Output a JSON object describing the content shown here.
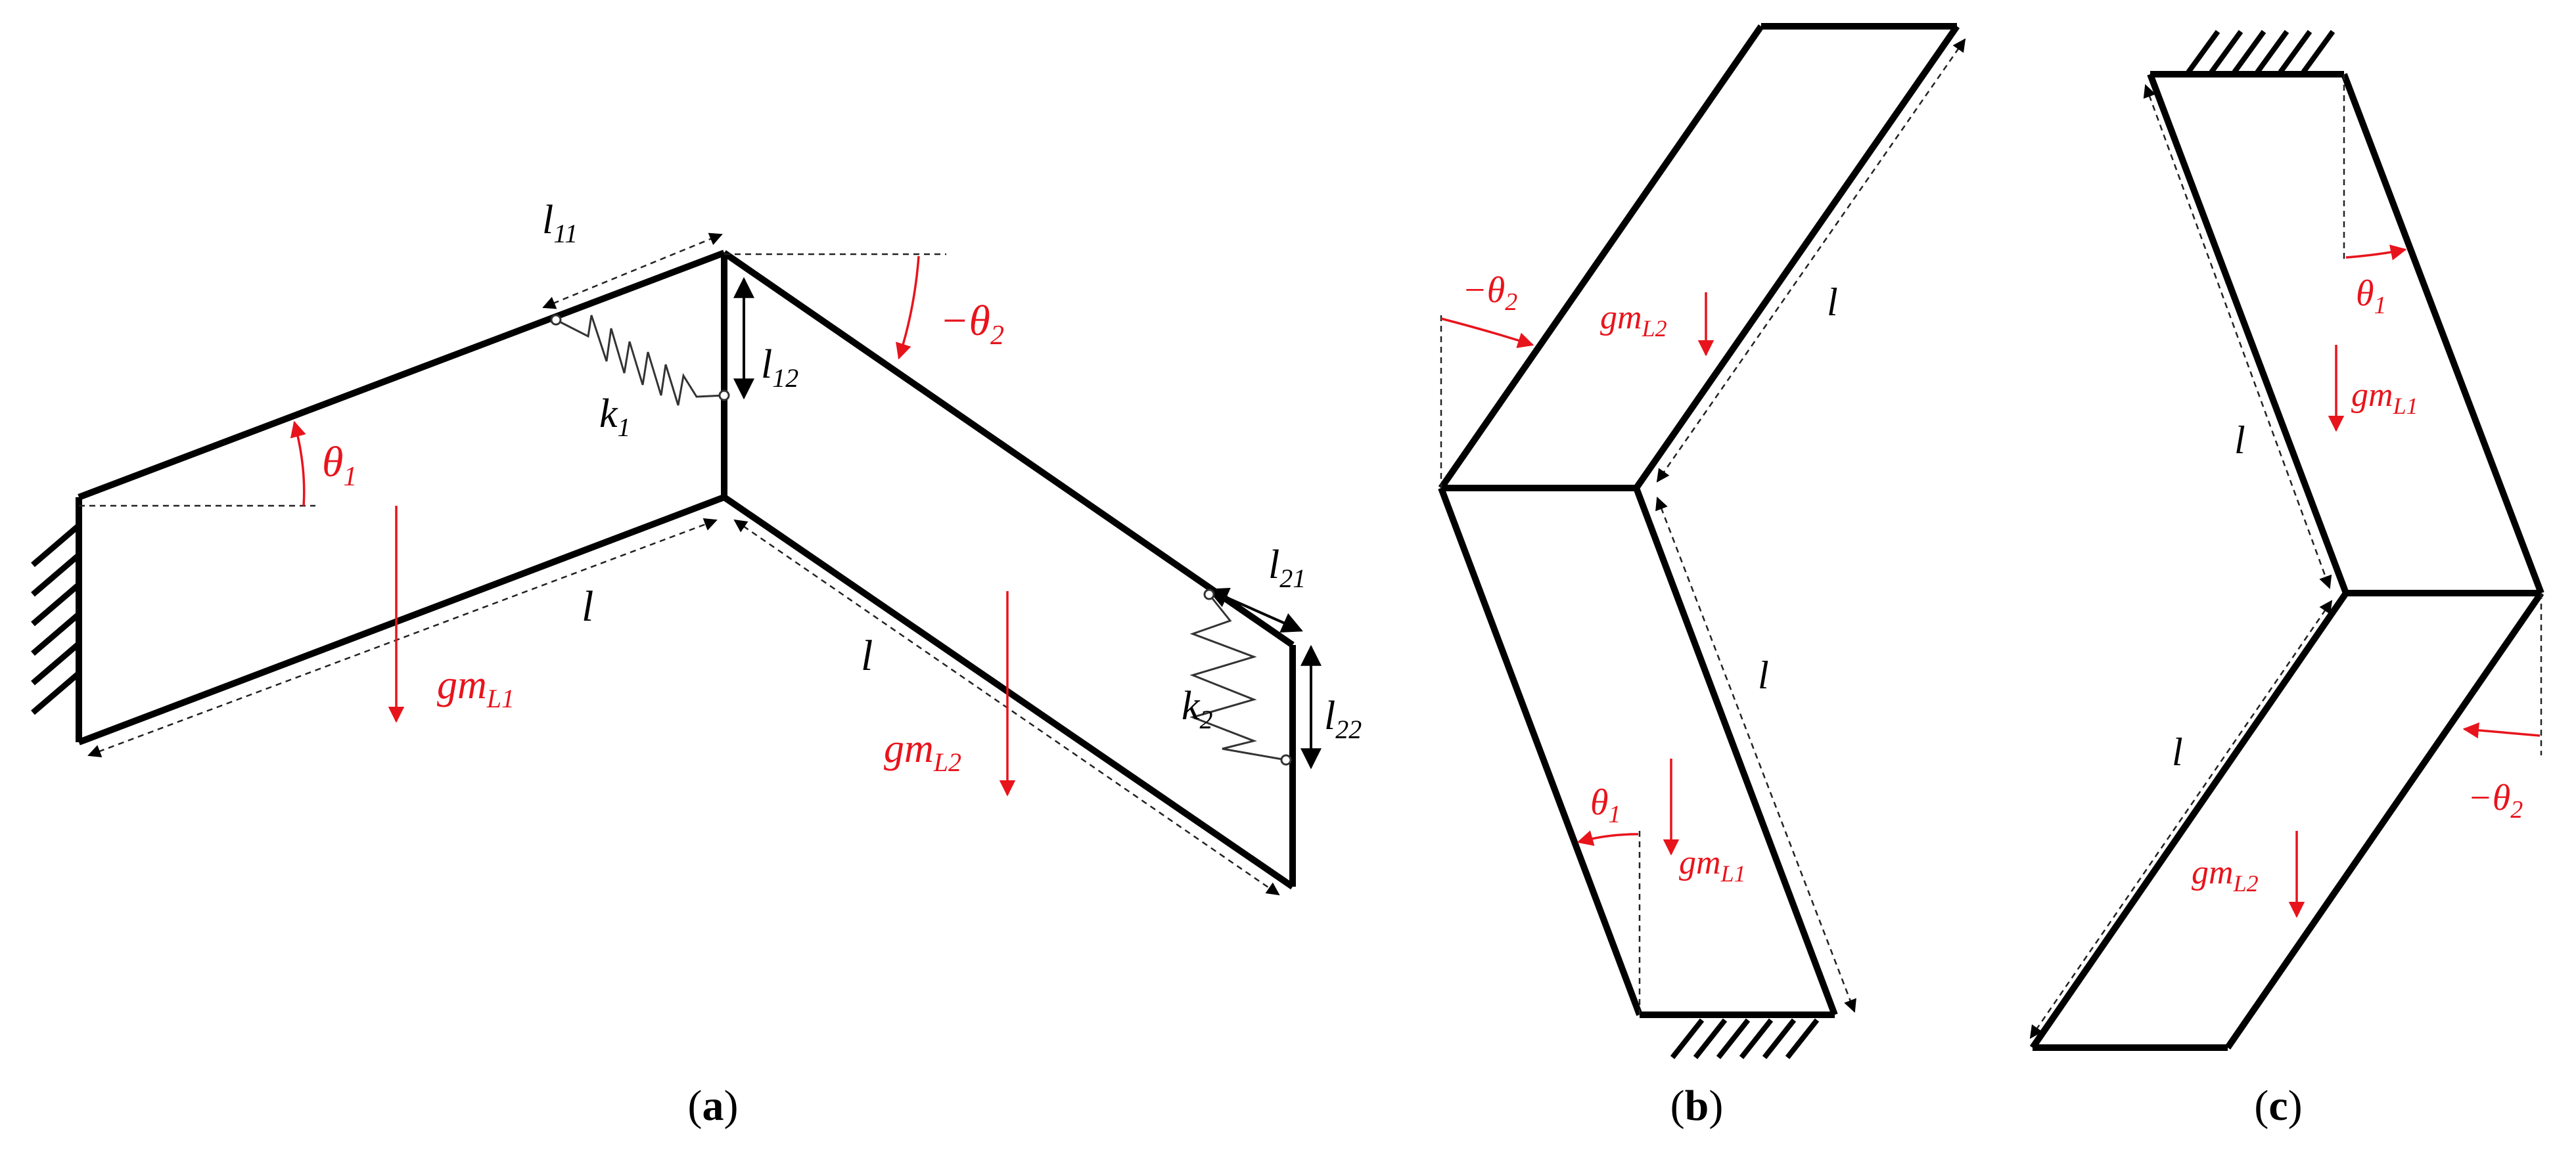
{
  "colors": {
    "structure": "#000000",
    "annotation": "#e8141c",
    "dim": "#222222"
  },
  "panels": [
    {
      "id": "a",
      "caption": {
        "open": "(",
        "letter": "a",
        "close": ")"
      },
      "labels": {
        "l11": {
          "base": "l",
          "sub": "11"
        },
        "l12": {
          "base": "l",
          "sub": "12"
        },
        "k1": {
          "base": "k",
          "sub": "1"
        },
        "theta1": {
          "base": "θ",
          "sub": "1"
        },
        "neg_theta2": {
          "base": "−θ",
          "sub": "2"
        },
        "l_lower_left": {
          "base": "l",
          "sub": ""
        },
        "gm_L1": {
          "base": "gm",
          "sub": "L1"
        },
        "l_lower_right": {
          "base": "l",
          "sub": ""
        },
        "gm_L2": {
          "base": "gm",
          "sub": "L2"
        },
        "l21": {
          "base": "l",
          "sub": "21"
        },
        "l22": {
          "base": "l",
          "sub": "22"
        },
        "k2": {
          "base": "k",
          "sub": "2"
        }
      }
    },
    {
      "id": "b",
      "caption": {
        "open": "(",
        "letter": "b",
        "close": ")"
      },
      "labels": {
        "neg_theta2": {
          "base": "−θ",
          "sub": "2"
        },
        "gm_L2": {
          "base": "gm",
          "sub": "L2"
        },
        "l_upper": {
          "base": "l",
          "sub": ""
        },
        "l_lower": {
          "base": "l",
          "sub": ""
        },
        "theta1": {
          "base": "θ",
          "sub": "1"
        },
        "gm_L1": {
          "base": "gm",
          "sub": "L1"
        }
      }
    },
    {
      "id": "c",
      "caption": {
        "open": "(",
        "letter": "c",
        "close": ")"
      },
      "labels": {
        "theta1": {
          "base": "θ",
          "sub": "1"
        },
        "gm_L1": {
          "base": "gm",
          "sub": "L1"
        },
        "l_upper": {
          "base": "l",
          "sub": ""
        },
        "l_lower": {
          "base": "l",
          "sub": ""
        },
        "neg_theta2": {
          "base": "−θ",
          "sub": "2"
        },
        "gm_L2": {
          "base": "gm",
          "sub": "L2"
        }
      }
    }
  ]
}
